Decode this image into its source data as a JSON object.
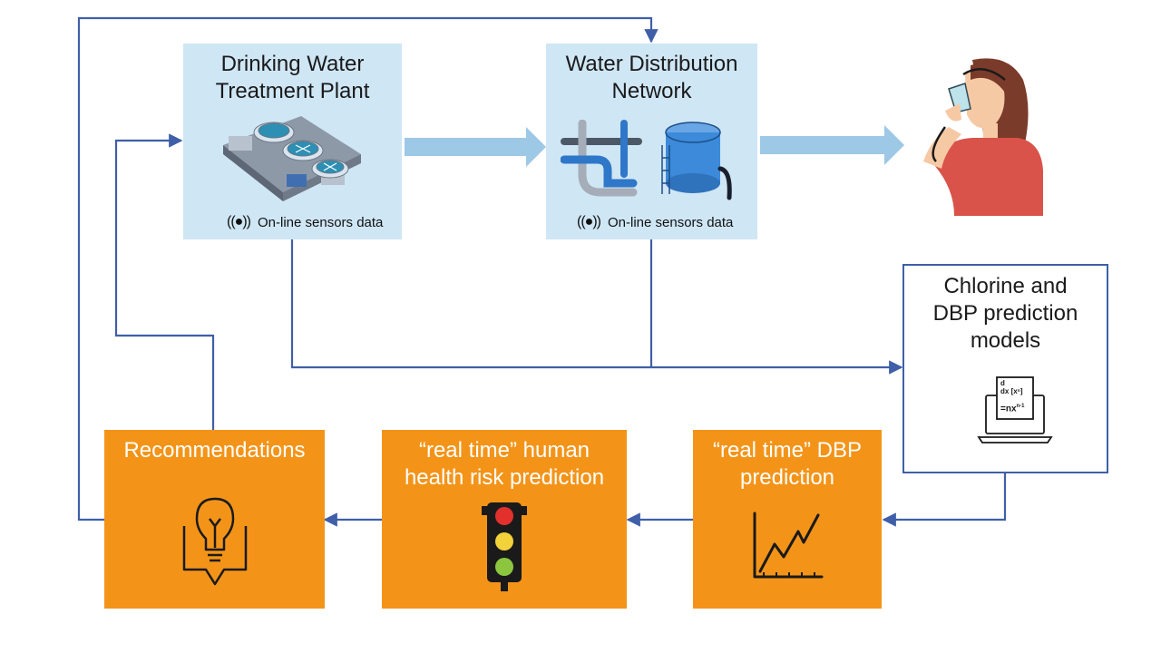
{
  "nodes": {
    "treatment_plant": {
      "title_line1": "Drinking Water",
      "title_line2": "Treatment Plant",
      "sensor_label": "On-line  sensors data"
    },
    "distribution_network": {
      "title_line1": "Water Distribution",
      "title_line2": "Network",
      "sensor_label": "On-line  sensors data"
    },
    "prediction_models": {
      "title_line1": "Chlorine and",
      "title_line2": "DBP prediction",
      "title_line3": "models",
      "formula_d": "d",
      "formula_dx": "dx",
      "formula_xn": "[xⁿ]",
      "formula_eq": "=nx",
      "formula_exp": "n-1"
    },
    "dbp_prediction": {
      "title_line1": "“real time” DBP",
      "title_line2": "prediction"
    },
    "health_risk": {
      "title_line1": "“real time” human",
      "title_line2": "health risk prediction"
    },
    "recommendations": {
      "title_line1": "Recommendations"
    }
  },
  "icons": [
    "water-treatment-plant-icon",
    "pipes-icon",
    "water-tank-icon",
    "person-drinking-icon",
    "sensor-signal-icon",
    "laptop-formula-icon",
    "line-chart-icon",
    "traffic-light-icon",
    "lightbulb-icon"
  ],
  "colors": {
    "box_blue": "#cfe6f5",
    "box_orange": "#f39419",
    "arrow_light_blue": "#9dc8e6",
    "connector_blue": "#3f5fa8"
  }
}
